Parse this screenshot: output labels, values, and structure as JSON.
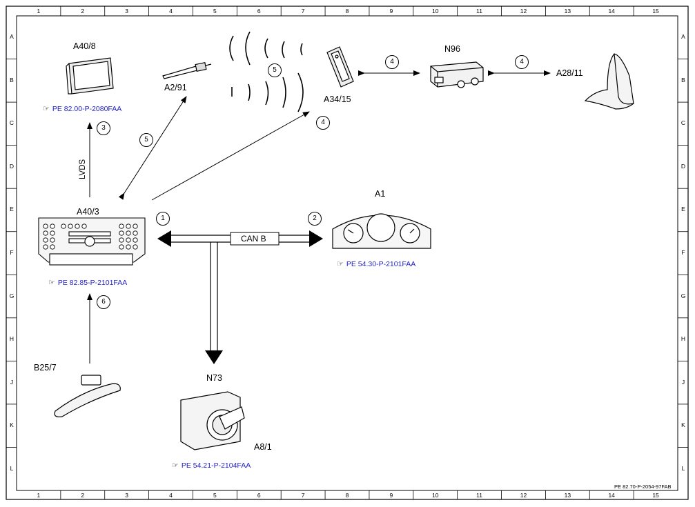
{
  "grid": {
    "columns": [
      "1",
      "2",
      "3",
      "4",
      "5",
      "6",
      "7",
      "8",
      "9",
      "10",
      "11",
      "12",
      "13",
      "14",
      "15"
    ],
    "rows": [
      "A",
      "B",
      "C",
      "D",
      "E",
      "F",
      "G",
      "H",
      "J",
      "K",
      "L"
    ]
  },
  "doc_id": "PE 82.70-P-2054-97FAB",
  "components": {
    "a40_8": "A40/8",
    "a2_91": "A2/91",
    "a34_15": "A34/15",
    "n96": "N96",
    "a28_11": "A28/11",
    "a40_3": "A40/3",
    "a1": "A1",
    "b25_7": "B25/7",
    "n73": "N73",
    "a8_1": "A8/1"
  },
  "refs": {
    "a40_8": "PE 82.00-P-2080FAA",
    "a40_3": "PE 82.85-P-2101FAA",
    "a1": "PE 54.30-P-2101FAA",
    "n73": "PE 54.21-P-2104FAA",
    "hand_icon": "pointing-hand-icon"
  },
  "connections": {
    "lvds": "LVDS",
    "can": "CAN B",
    "n1": "1",
    "n2": "2",
    "n3": "3",
    "n4a": "4",
    "n4b": "4",
    "n4c": "4",
    "n5a": "5",
    "n5b": "5",
    "n6": "6"
  }
}
